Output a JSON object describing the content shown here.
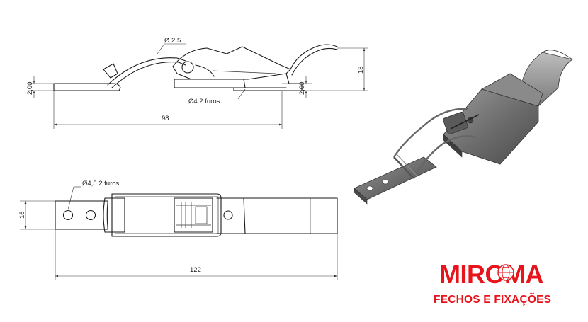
{
  "drawing": {
    "side_view": {
      "wire_diameter": "Ø 2,5",
      "thickness_left": "2,00",
      "thickness_right": "2,00",
      "height": "18",
      "hole_note": "Ø4  2 furos",
      "length": "98"
    },
    "top_view": {
      "hole_note": "Ø4,5  2 furos",
      "width": "16",
      "length": "122"
    }
  },
  "brand": {
    "name": "MIROMA",
    "tagline": "FECHOS E FIXAÇÕES",
    "color": "#e8141b"
  }
}
